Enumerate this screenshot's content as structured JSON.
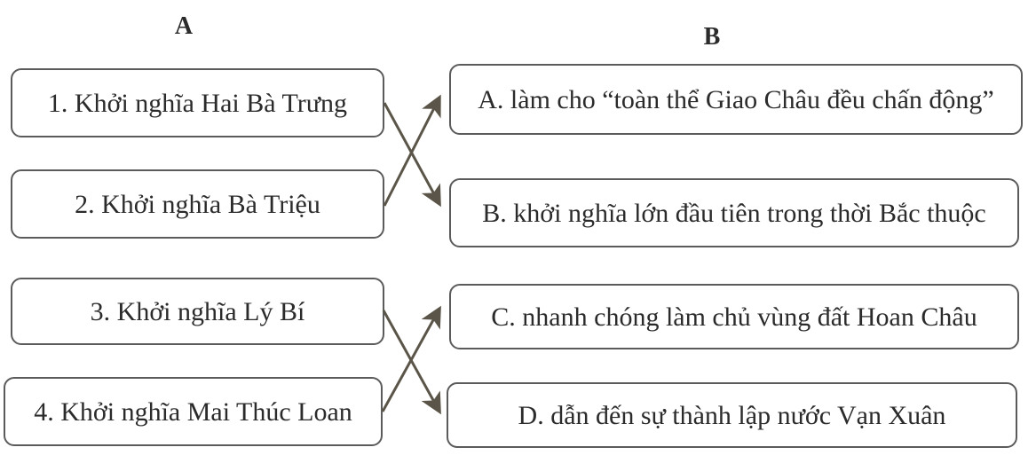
{
  "headers": {
    "a": "A",
    "b": "B"
  },
  "column_a": [
    "1. Khởi nghĩa Hai Bà Trưng",
    "2. Khởi nghĩa Bà Triệu",
    "3. Khởi nghĩa Lý Bí",
    "4. Khởi nghĩa Mai Thúc Loan"
  ],
  "column_b": [
    "A. làm cho “toàn thể Giao Châu đều chấn động”",
    "B. khởi nghĩa lớn đầu tiên trong thời Bắc thuộc",
    "C. nhanh chóng làm chủ vùng đất Hoan Châu",
    "D. dẫn đến sự thành lập nước Vạn Xuân"
  ],
  "matches": [
    {
      "from": 1,
      "to": "B"
    },
    {
      "from": 2,
      "to": "A"
    },
    {
      "from": 3,
      "to": "D"
    },
    {
      "from": 4,
      "to": "C"
    }
  ],
  "colors": {
    "arrow": "#5a5548",
    "border": "#5b5b5b",
    "text": "#2b2b2b"
  }
}
